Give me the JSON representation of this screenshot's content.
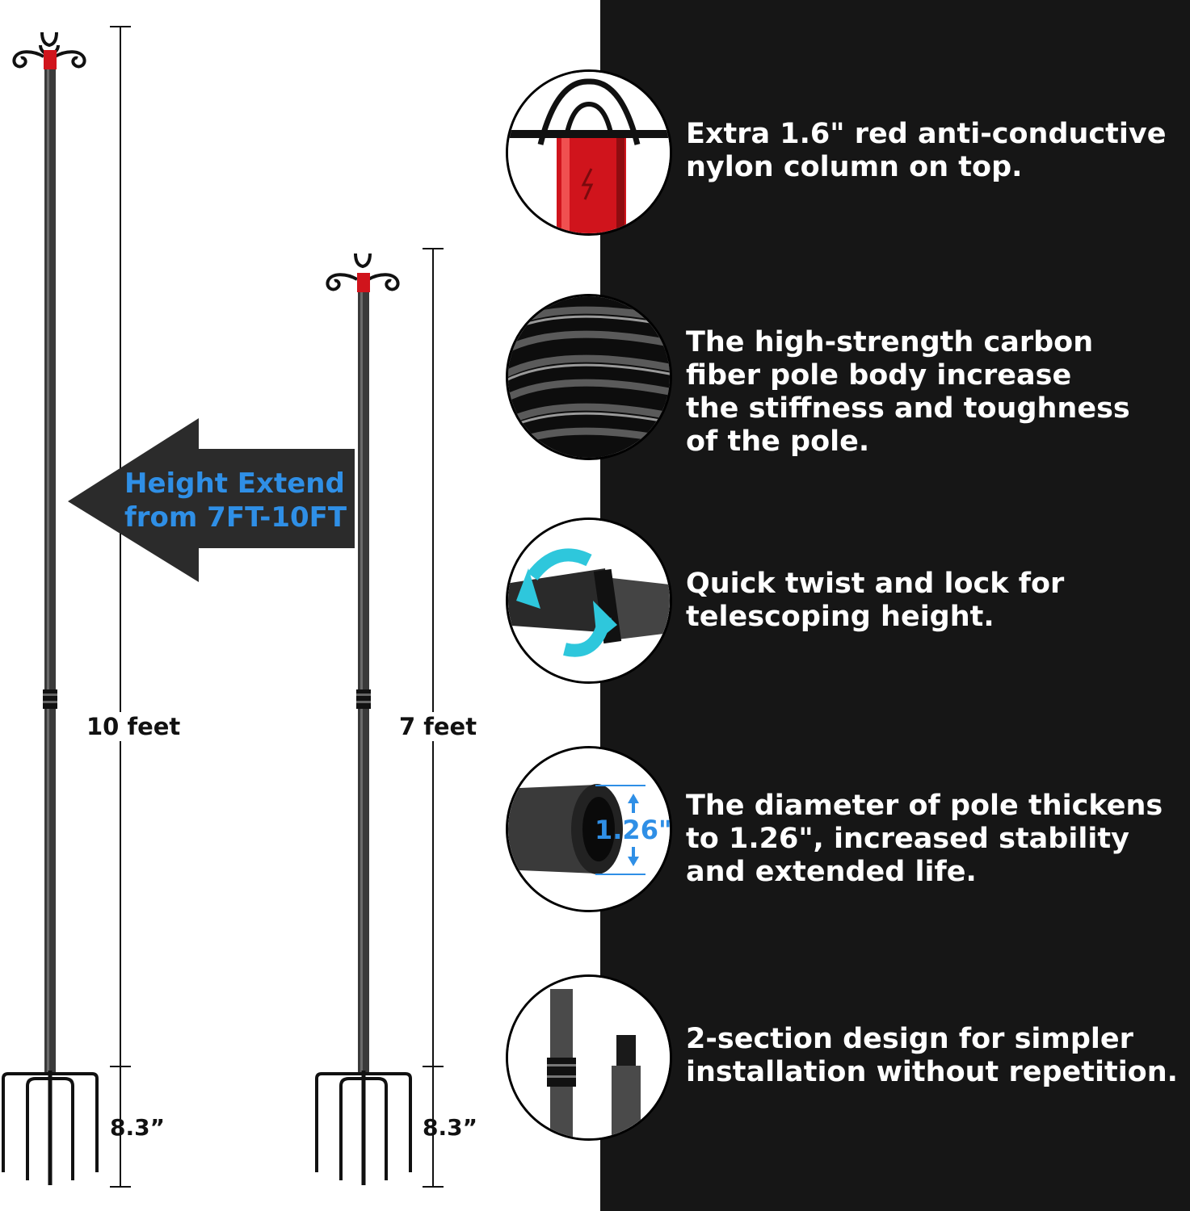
{
  "diagram": {
    "tall_pole_height_label": "10 feet",
    "short_pole_height_label": "7 feet",
    "tall_fork_label": "8.3”",
    "short_fork_label": "8.3”",
    "extend_callout": [
      "Height Extend",
      "from 7FT-10FT"
    ]
  },
  "features": [
    {
      "icon": "red-nylon-column-icon",
      "lines": [
        "Extra 1.6\" red anti-conductive",
        "nylon column on top."
      ]
    },
    {
      "icon": "carbon-fiber-icon",
      "lines": [
        "The high-strength carbon",
        "fiber pole body increase",
        "the stiffness and toughness",
        "of the pole."
      ]
    },
    {
      "icon": "twist-lock-icon",
      "lines": [
        "Quick twist and lock for",
        "telescoping height."
      ]
    },
    {
      "icon": "diameter-icon",
      "diameter_label": "1.26\"",
      "lines": [
        "The diameter of pole thickens",
        "to 1.26\", increased stability",
        "and extended life."
      ]
    },
    {
      "icon": "two-section-icon",
      "lines": [
        "2-section design for simpler",
        "installation without repetition."
      ]
    }
  ],
  "colors": {
    "panel_background": "#161616",
    "accent_blue": "#2f8fe6",
    "cap_red": "#d0141c",
    "pole": "#333333"
  }
}
